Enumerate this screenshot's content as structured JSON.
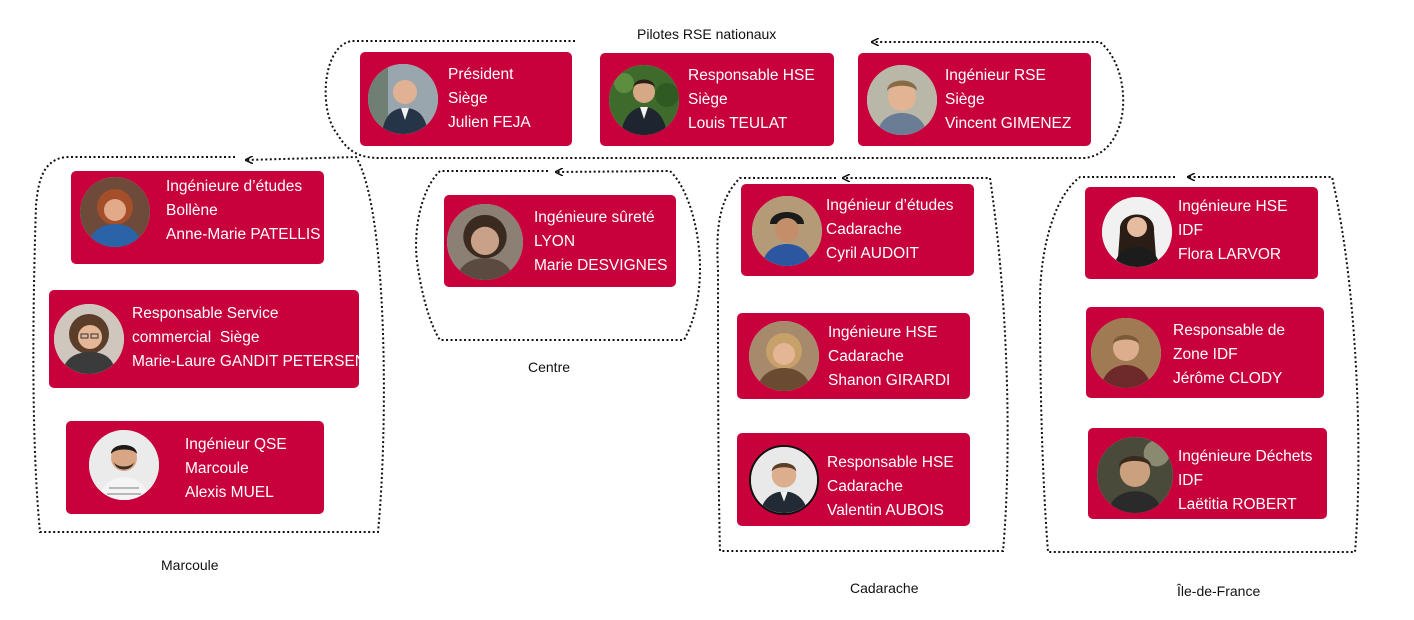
{
  "groups": {
    "pilotes": "Pilotes RSE nationaux",
    "marcoule": "Marcoule",
    "centre": "Centre",
    "cadarache": "Cadarache",
    "idf": "Île-de-France"
  },
  "people": {
    "feja": {
      "role": "Président",
      "site": "Siège",
      "name": "Julien FEJA"
    },
    "teulat": {
      "role": "Responsable HSE",
      "site": "Siège",
      "name": "Louis TEULAT"
    },
    "gimenez": {
      "role": "Ingénieur RSE",
      "site": "Siège",
      "name": "Vincent GIMENEZ"
    },
    "patellis": {
      "role": "Ingénieure d’études",
      "site": "Bollène",
      "name": "Anne-Marie PATELLIS"
    },
    "gandit": {
      "role": "Responsable Service",
      "site": "commercial  Siège",
      "name": "Marie-Laure GANDIT PETERSEN"
    },
    "muel": {
      "role": "Ingénieur QSE",
      "site": "Marcoule",
      "name": "Alexis MUEL"
    },
    "desvignes": {
      "role": "Ingénieure sûreté",
      "site": "LYON",
      "name": "Marie DESVIGNES"
    },
    "audoit": {
      "role": "Ingénieur d’études",
      "site": "Cadarache",
      "name": "Cyril AUDOIT"
    },
    "girardi": {
      "role": "Ingénieure HSE",
      "site": "Cadarache",
      "name": "Shanon GIRARDI"
    },
    "aubois": {
      "role": "Responsable HSE",
      "site": "Cadarache",
      "name": "Valentin AUBOIS"
    },
    "larvor": {
      "role": "Ingénieure HSE",
      "site": "IDF",
      "name": "Flora LARVOR"
    },
    "clody": {
      "role": "Responsable de",
      "site": "Zone IDF",
      "name": "Jérôme CLODY"
    },
    "robert": {
      "role": "Ingénieure Déchets",
      "site": "IDF",
      "name": "Laëtitia ROBERT"
    }
  },
  "colors": {
    "card": "#c8003c",
    "text": "#ffffff",
    "label": "#111111",
    "dots": "#111111"
  }
}
